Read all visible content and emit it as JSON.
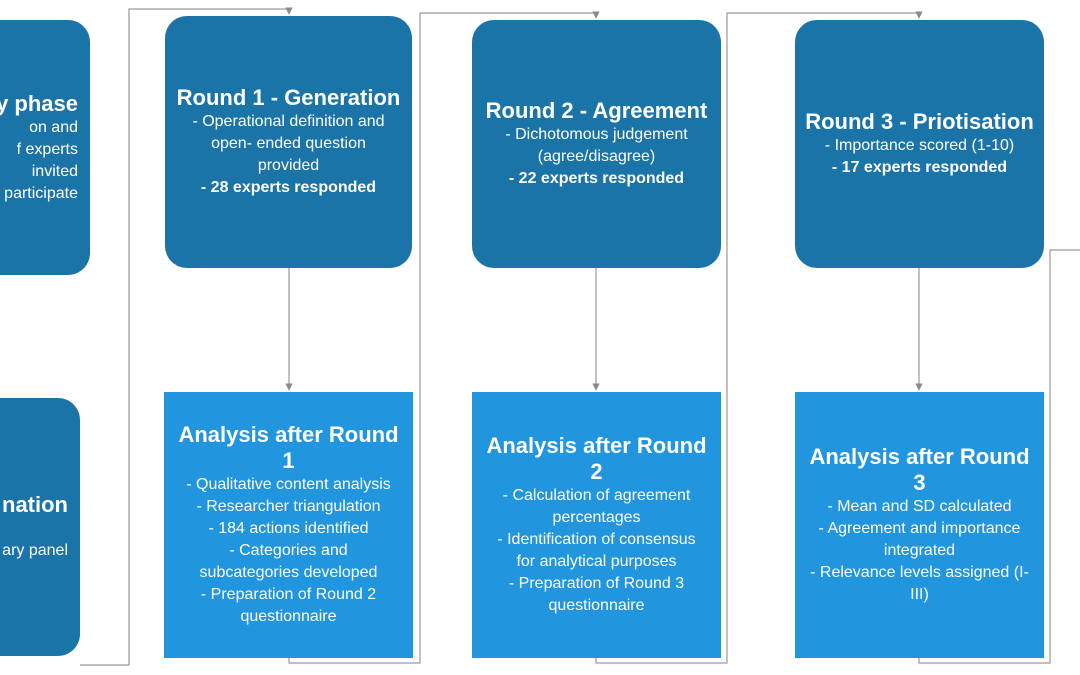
{
  "left_partial": {
    "top_box": {
      "title": "y phase",
      "lines": [
        "on and",
        "f experts",
        "invited",
        "participate"
      ]
    },
    "bottom_box": {
      "title": "nation",
      "lines": [
        "ary panel"
      ]
    }
  },
  "rounds": [
    {
      "title": "Round 1 - Generation",
      "lines": [
        "- Operational definition and",
        "open- ended question",
        "provided"
      ],
      "responded": "- 28 experts responded"
    },
    {
      "title": "Round 2 - Agreement",
      "lines": [
        "- Dichotomous judgement",
        "(agree/disagree)"
      ],
      "responded": "- 22 experts responded"
    },
    {
      "title": "Round 3 - Priotisation",
      "lines": [
        "- Importance scored (1-10)"
      ],
      "responded": "- 17 experts responded"
    }
  ],
  "analyses": [
    {
      "title_lines": [
        "Analysis after Round",
        "1"
      ],
      "lines": [
        "- Qualitative content analysis",
        "- Researcher triangulation",
        "- 184 actions identified",
        "- Categories and",
        "subcategories developed",
        "- Preparation of Round 2",
        "questionnaire"
      ]
    },
    {
      "title_lines": [
        "Analysis after Round",
        "2"
      ],
      "lines": [
        "- Calculation of agreement",
        "percentages",
        "- Identification of consensus",
        "for analytical purposes",
        "- Preparation of Round 3",
        "questionnaire"
      ]
    },
    {
      "title_lines": [
        "Analysis after Round",
        "3"
      ],
      "lines": [
        "- Mean and SD calculated",
        "- Agreement and importance",
        "integrated",
        "- Relevance levels assigned (I-",
        "III)"
      ]
    }
  ],
  "colors": {
    "round_box": "#1b74a8",
    "analysis_box": "#2196df",
    "connector": "#9a9a9a",
    "text": "#ffffff"
  }
}
